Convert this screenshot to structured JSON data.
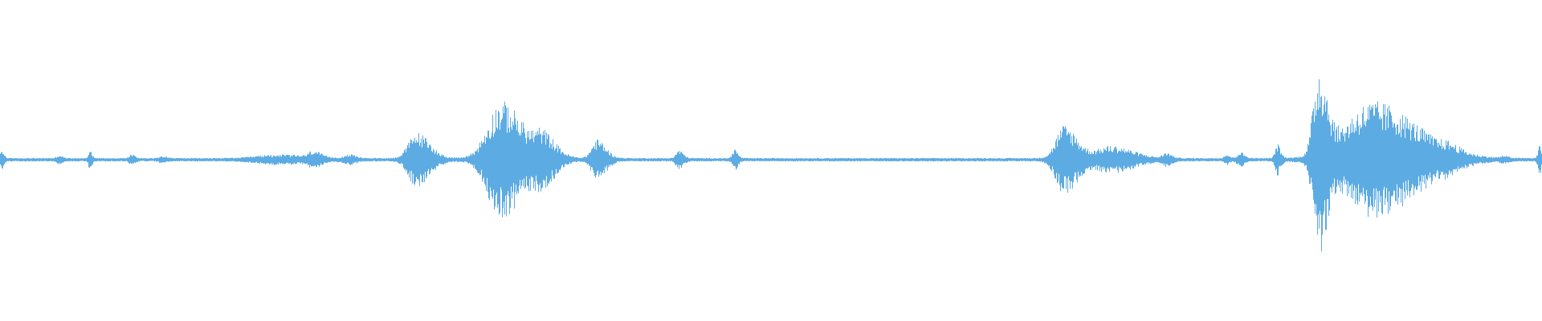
{
  "waveform": {
    "color": "#5dabe3",
    "background": "#ffffff",
    "baseline_amplitude": 0.012,
    "events": [
      {
        "pos": 0.001,
        "amp": 0.08,
        "width": 0.002
      },
      {
        "pos": 0.038,
        "amp": 0.03,
        "width": 0.003
      },
      {
        "pos": 0.058,
        "amp": 0.09,
        "width": 0.002
      },
      {
        "pos": 0.085,
        "amp": 0.04,
        "width": 0.003
      },
      {
        "pos": 0.105,
        "amp": 0.025,
        "width": 0.004
      },
      {
        "pos": 0.18,
        "amp": 0.035,
        "width": 0.03
      },
      {
        "pos": 0.203,
        "amp": 0.06,
        "width": 0.006
      },
      {
        "pos": 0.226,
        "amp": 0.035,
        "width": 0.006
      },
      {
        "pos": 0.27,
        "amp": 0.25,
        "width": 0.012
      },
      {
        "pos": 0.325,
        "amp": 0.55,
        "width": 0.02
      },
      {
        "pos": 0.352,
        "amp": 0.2,
        "width": 0.012
      },
      {
        "pos": 0.387,
        "amp": 0.18,
        "width": 0.008
      },
      {
        "pos": 0.44,
        "amp": 0.08,
        "width": 0.004
      },
      {
        "pos": 0.476,
        "amp": 0.09,
        "width": 0.003
      },
      {
        "pos": 0.69,
        "amp": 0.32,
        "width": 0.012
      },
      {
        "pos": 0.72,
        "amp": 0.12,
        "width": 0.02
      },
      {
        "pos": 0.756,
        "amp": 0.05,
        "width": 0.005
      },
      {
        "pos": 0.795,
        "amp": 0.04,
        "width": 0.003
      },
      {
        "pos": 0.804,
        "amp": 0.06,
        "width": 0.004
      },
      {
        "pos": 0.828,
        "amp": 0.14,
        "width": 0.003
      },
      {
        "pos": 0.855,
        "amp": 0.82,
        "width": 0.008
      },
      {
        "pos": 0.89,
        "amp": 0.55,
        "width": 0.04
      },
      {
        "pos": 0.94,
        "amp": 0.05,
        "width": 0.01
      },
      {
        "pos": 0.975,
        "amp": 0.02,
        "width": 0.004
      },
      {
        "pos": 0.998,
        "amp": 0.14,
        "width": 0.002
      }
    ]
  }
}
